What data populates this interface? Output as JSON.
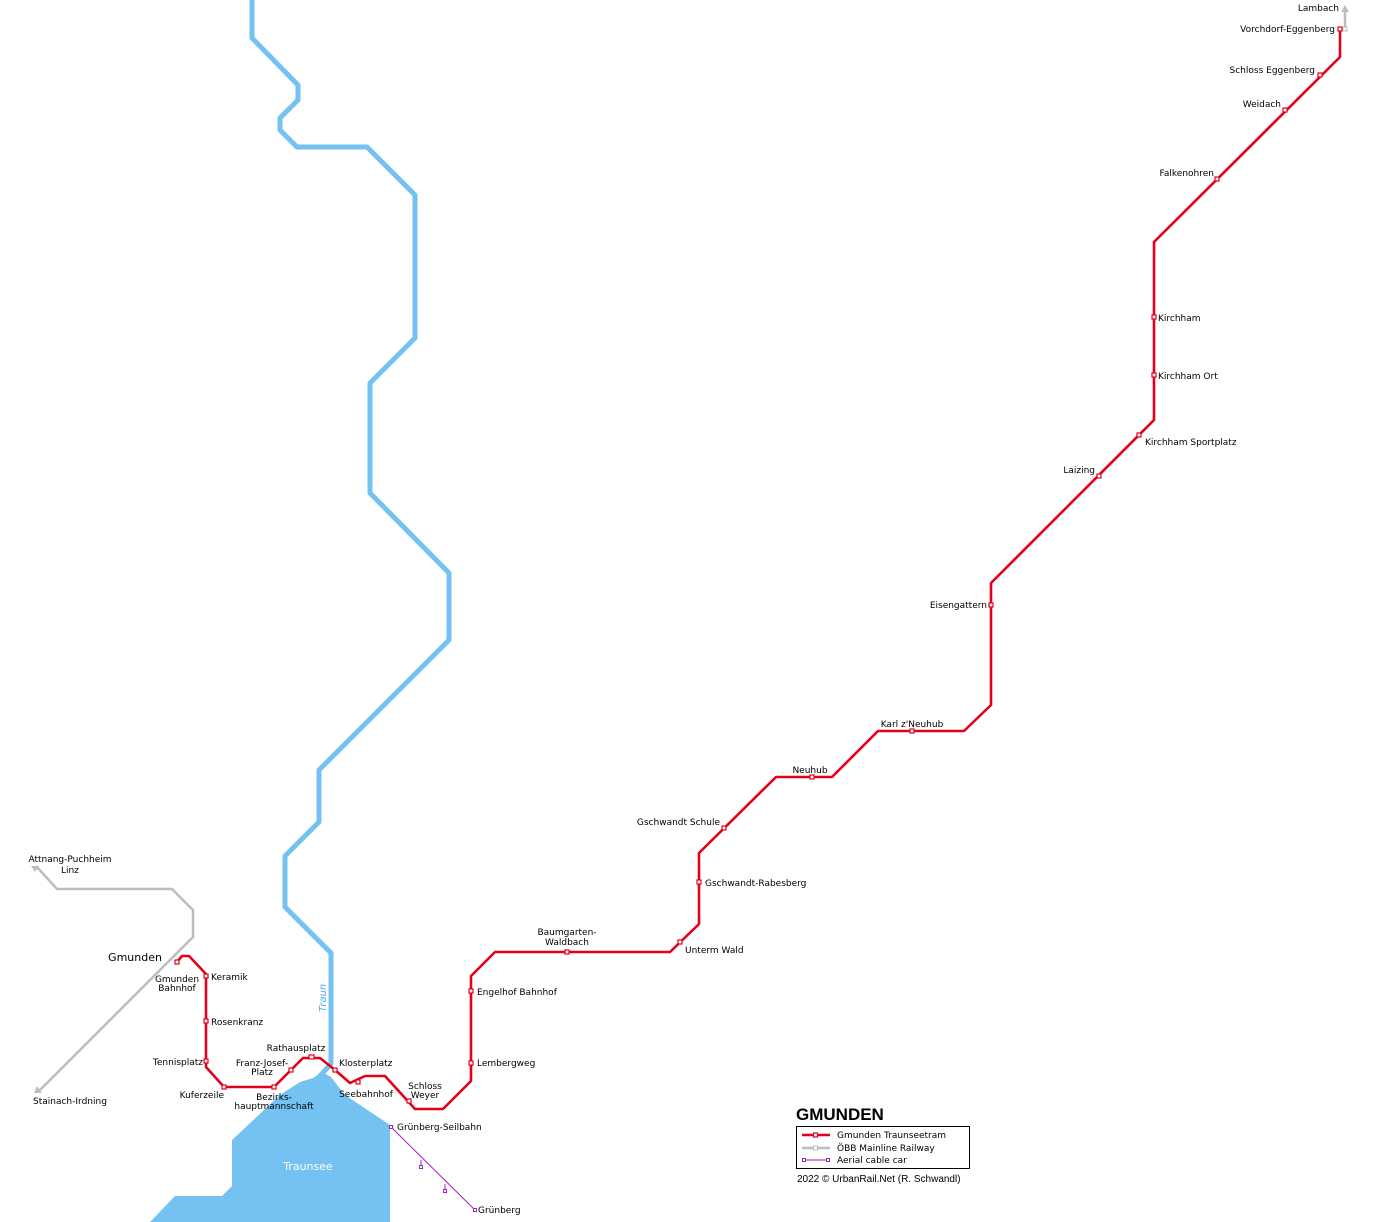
{
  "title": "GMUNDEN",
  "credit": "2022 © UrbanRail.Net (R. Schwandl)",
  "colors": {
    "tram": "#e2001a",
    "railway": "#bdbdbd",
    "cable": "#a020c0",
    "water": "#74c2f2",
    "river_label": "#4fb3ea"
  },
  "water": {
    "river_name": "Traun",
    "lake_name": "Traunsee"
  },
  "city": "Gmunden",
  "railway_destinations": {
    "north_1": "Attnang-Puchheim",
    "north_2": "Linz",
    "south": "Stainach-Irdning",
    "tram_end": "Lambach"
  },
  "legend": [
    {
      "label": "Gmunden Traunseetram",
      "type": "tram"
    },
    {
      "label": "ÖBB Mainline Railway",
      "type": "railway"
    },
    {
      "label": "Aerial cable car",
      "type": "cable"
    }
  ],
  "tram_stations": [
    {
      "id": "gmunden-bahnhof",
      "lines": [
        "Gmunden",
        "Bahnhof"
      ]
    },
    {
      "id": "keramik",
      "lines": [
        "Keramik"
      ]
    },
    {
      "id": "rosenkranz",
      "lines": [
        "Rosenkranz"
      ]
    },
    {
      "id": "tennisplatz",
      "lines": [
        "Tennisplatz"
      ]
    },
    {
      "id": "kuferzeile",
      "lines": [
        "Kuferzeile"
      ]
    },
    {
      "id": "bezirkshauptmannschaft",
      "lines": [
        "Bezirks-",
        "hauptmannschaft"
      ]
    },
    {
      "id": "franz-josef-platz",
      "lines": [
        "Franz-Josef-",
        "Platz"
      ]
    },
    {
      "id": "rathausplatz",
      "lines": [
        "Rathausplatz"
      ]
    },
    {
      "id": "klosterplatz",
      "lines": [
        "Klosterplatz"
      ]
    },
    {
      "id": "seebahnhof",
      "lines": [
        "Seebahnhof"
      ]
    },
    {
      "id": "schloss-weyer",
      "lines": [
        "Schloss",
        "Weyer"
      ]
    },
    {
      "id": "lembergweg",
      "lines": [
        "Lembergweg"
      ]
    },
    {
      "id": "engelhof-bahnhof",
      "lines": [
        "Engelhof Bahnhof"
      ]
    },
    {
      "id": "baumgarten-waldbach",
      "lines": [
        "Baumgarten-",
        "Waldbach"
      ]
    },
    {
      "id": "unterm-wald",
      "lines": [
        "Unterm Wald"
      ]
    },
    {
      "id": "gschwandt-rabesberg",
      "lines": [
        "Gschwandt-Rabesberg"
      ]
    },
    {
      "id": "gschwandt-schule",
      "lines": [
        "Gschwandt Schule"
      ]
    },
    {
      "id": "neuhub",
      "lines": [
        "Neuhub"
      ]
    },
    {
      "id": "karl-z-neuhub",
      "lines": [
        "Karl z'Neuhub"
      ]
    },
    {
      "id": "eisengattern",
      "lines": [
        "Eisengattern"
      ]
    },
    {
      "id": "laizing",
      "lines": [
        "Laizing"
      ]
    },
    {
      "id": "kirchham-sportplatz",
      "lines": [
        "Kirchham Sportplatz"
      ]
    },
    {
      "id": "kirchham-ort",
      "lines": [
        "Kirchham Ort"
      ]
    },
    {
      "id": "kirchham",
      "lines": [
        "Kirchham"
      ]
    },
    {
      "id": "falkenohren",
      "lines": [
        "Falkenohren"
      ]
    },
    {
      "id": "weidach",
      "lines": [
        "Weidach"
      ]
    },
    {
      "id": "schloss-eggenberg",
      "lines": [
        "Schloss Eggenberg"
      ]
    },
    {
      "id": "vorchdorf-eggenberg",
      "lines": [
        "Vorchdorf-Eggenberg"
      ]
    }
  ],
  "cable_stations": [
    {
      "id": "grunberg-seilbahn",
      "label": "Grünberg-Seilbahn"
    },
    {
      "id": "grunberg",
      "label": "Grünberg"
    }
  ]
}
